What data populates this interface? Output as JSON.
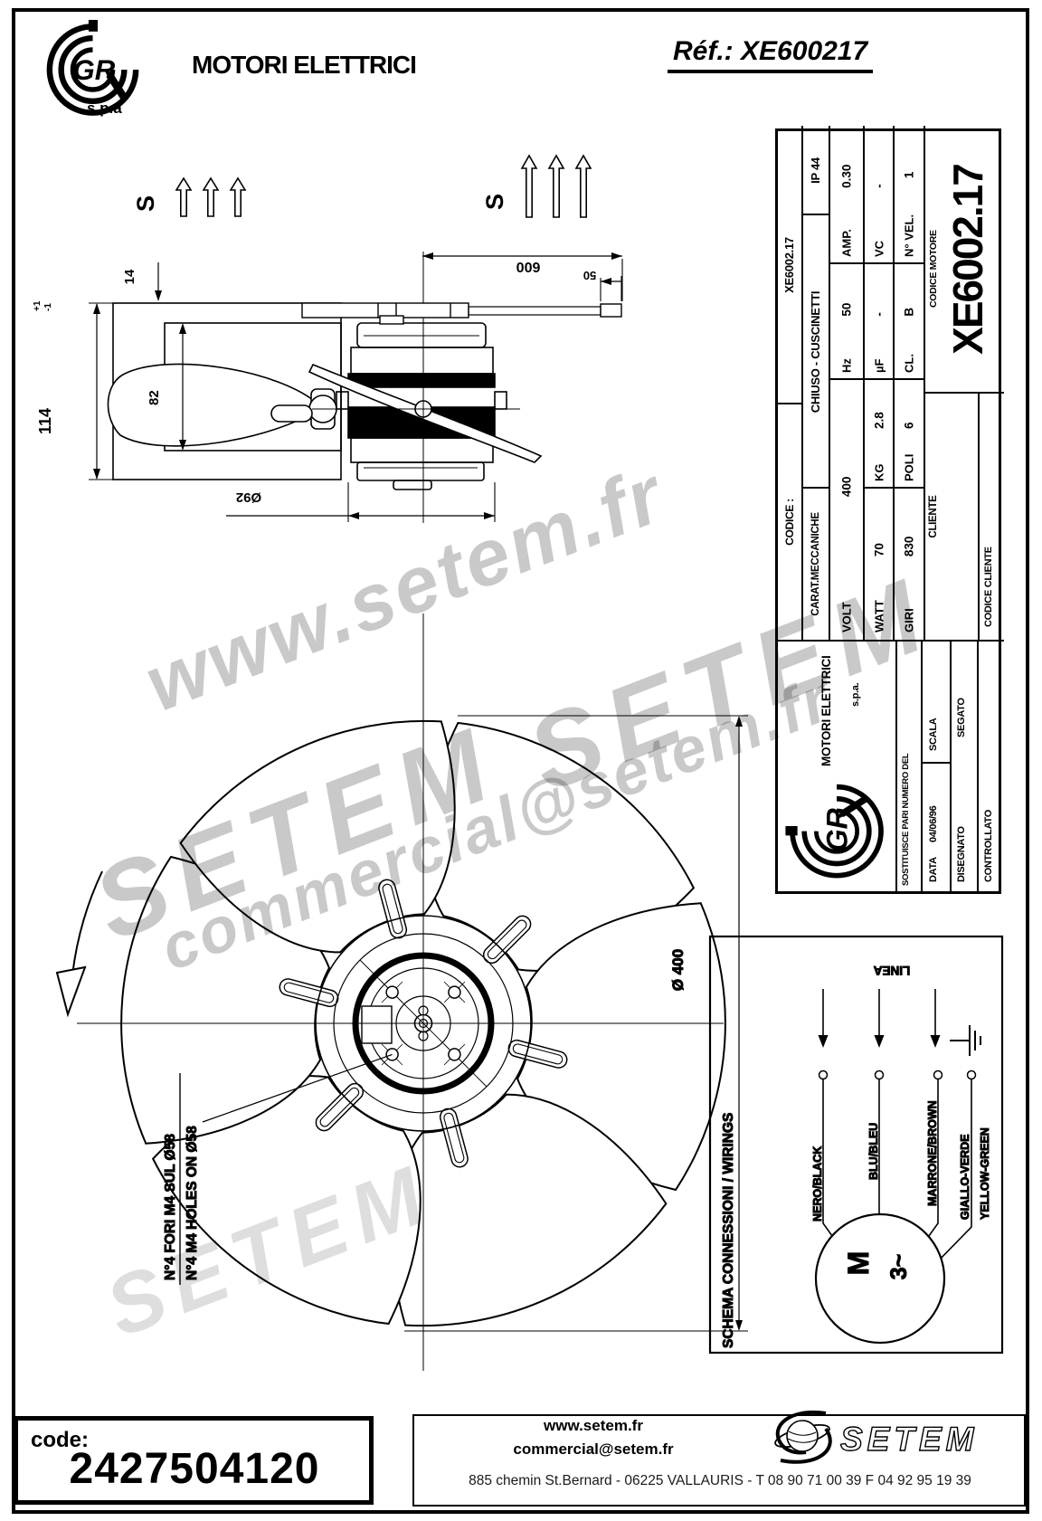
{
  "header": {
    "brand": "MOTORI ELETTRICI",
    "company_suffix": "s.p.a",
    "reference": "Réf.: XE600217"
  },
  "side_view": {
    "airflow_label": "S",
    "dim_14": "14",
    "dim_82": "82",
    "dim_114": "114",
    "dim_114_tol_plus": "+1",
    "dim_114_tol_minus": "-1",
    "dim_600": "600",
    "dim_50": "50",
    "dim_diameter_92": "Ø92"
  },
  "fan_view": {
    "dim_diameter": "Ø 400",
    "holes_note_it": "N°4 FORI M4 SUL Ø58",
    "holes_note_en": "N°4 M4 HOLES ON Ø58"
  },
  "spec_table": {
    "codice_label": "CODICE :",
    "codice_value": "XE6002.17",
    "carat_label": "CARAT.MECCANICHE",
    "carat_value": "CHIUSO - CUSCINETTI",
    "protection": "IP 44",
    "volt_label": "VOLT",
    "volt": "400",
    "hz_label": "Hz",
    "hz": "50",
    "amp_label": "AMP.",
    "amp": "0.30",
    "watt_label": "WATT",
    "watt": "70",
    "kg_label": "KG",
    "kg": "2.8",
    "uf_label": "µF",
    "uf": "-",
    "vc_label": "VC",
    "vc": "-",
    "giri_label": "GIRI",
    "giri": "830",
    "poli_label": "POLI",
    "poli": "6",
    "cl_label": "CL.",
    "cl": "B",
    "nvel_label": "N° VEL.",
    "nvel": "1",
    "cliente": "CLIENTE",
    "codice_cliente": "CODICE CLIENTE",
    "codice_motore_label": "CODICE MOTORE",
    "codice_motore": "XE6002.17"
  },
  "title_block": {
    "brand": "MOTORI ELETTRICI",
    "company_suffix": "s.p.a.",
    "sostituisce": "SOSTITUISCE PARI NUMERO DEL",
    "data_label": "DATA",
    "data_value": "04/06/96",
    "scala_label": "SCALA",
    "disegnato_label": "DISEGNATO",
    "disegnato_value": "SEGATO",
    "controllato_label": "CONTROLLATO"
  },
  "wiring": {
    "title": "SCHEMA CONNESSIONI / WIRINGS",
    "linea": "LINEA",
    "wire_1_label": "NERO/BLACK",
    "wire_2_label": "BLU/BLEU",
    "wire_3_label": "MARRONE/BROWN",
    "wire_4_label_it": "GIALLO-VERDE",
    "wire_4_label_en": "YELLOW-GREEN",
    "motor_letter": "M",
    "motor_phase": "3~"
  },
  "footer": {
    "code_label": "code:",
    "code_value": "2427504120",
    "website": "www.setem.fr",
    "email": "commercial@setem.fr",
    "address": "885 chemin St.Bernard  -  06225 VALLAURIS  -  T 08 90 71 00 39   F 04 92 95 19 39",
    "partner_logo_text": "SETEM"
  },
  "watermarks": {
    "wm1": "www.setem.fr",
    "wm2": "SETEM",
    "wm3": "SETEM",
    "wm4": "commercial@setem.fr",
    "wm5": "SETEM"
  },
  "colors": {
    "ink": "#000000",
    "paper": "#ffffff",
    "watermark": "#c9c9c9"
  }
}
